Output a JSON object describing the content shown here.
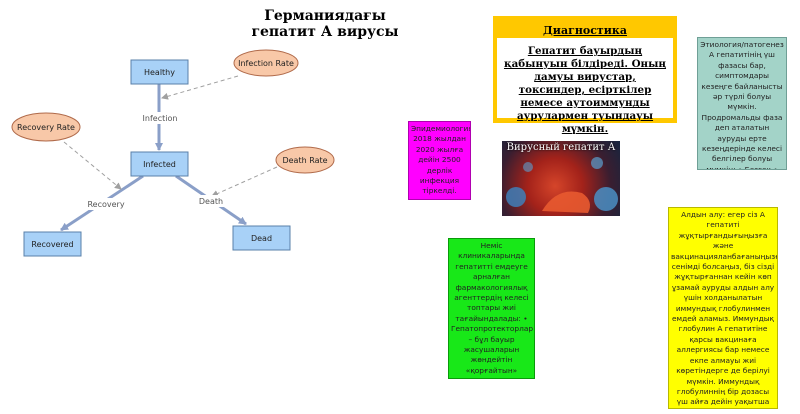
{
  "title_line1": "Германиядағы",
  "title_line2": "гепатит А вирусы",
  "diagnostics": {
    "heading": "Диагностика",
    "text": "Гепатит бауырдың қабынуын білдіреді. Оның дамуы вирустар, токсиндер, есірткілер немесе аутоиммунды аурулармен туындауы мүмкін."
  },
  "notes": {
    "etiology": "Этиология/патогенез А гепатитінің үш фазасы бар, симптомдары кезеңге байланысты әр түрлі болуы мүмкін. Продромальды фаза деп аталатын ауруды ерте кезеңдерінде келесі белгілер болуы мүмкін: • Безгек • Буын ауруы немесе артрит бірте ісіну",
    "epidemiology": "Эпидемиология 2018 жылдан 2020 жылға дейін 2500 дерлік инфекция тіркелді.",
    "treatment": "Неміс клиникаларында гепатитті емдеуге арналған фармакологиялық агенттердің келесі топтары жиі тағайындалады: • Гепатопротекторлар – бұл бауыр жасушаларын жөндейтін «қорғайтын» препараттар.",
    "prevention": "Алдын алу: егер сіз А гепатиті жұқтырғандығыңызға және вакцинацияланбағаныңызға сенімді болсаңыз, біз сізді жұқтырғаннан кейін көп ұзамай ауруды алдын алу үшін холданылатын иммундық глобулинмен емдей аламыз. Иммундық глобулин А гепатитіне қарсы вакцинаға аллергиясы бар немесе екпе алмауы жиі көретіндерге де берілуі мүмкін. Иммундық глобулиннің бір дозасы үш айға дейін уақытша қорғауды қамтамасыз ете алады."
  },
  "photo_title": "Вирусный гепатит А",
  "model": {
    "stocks": {
      "healthy": "Healthy",
      "infected": "Infected",
      "recovered": "Recovered",
      "dead": "Dead"
    },
    "flows": {
      "infection": "Infection",
      "recovery": "Recovery",
      "death": "Death"
    },
    "variables": {
      "infection_rate": "Infection Rate",
      "recovery_rate": "Recovery Rate",
      "death_rate": "Death Rate"
    }
  },
  "colors": {
    "stock_fill": "#a8d1f7",
    "stock_stroke": "#5a80a8",
    "variable_fill": "#f8c8a8",
    "variable_stroke": "#b06a4a",
    "flow": "#8a9fc8",
    "link": "#a0a0a0"
  }
}
